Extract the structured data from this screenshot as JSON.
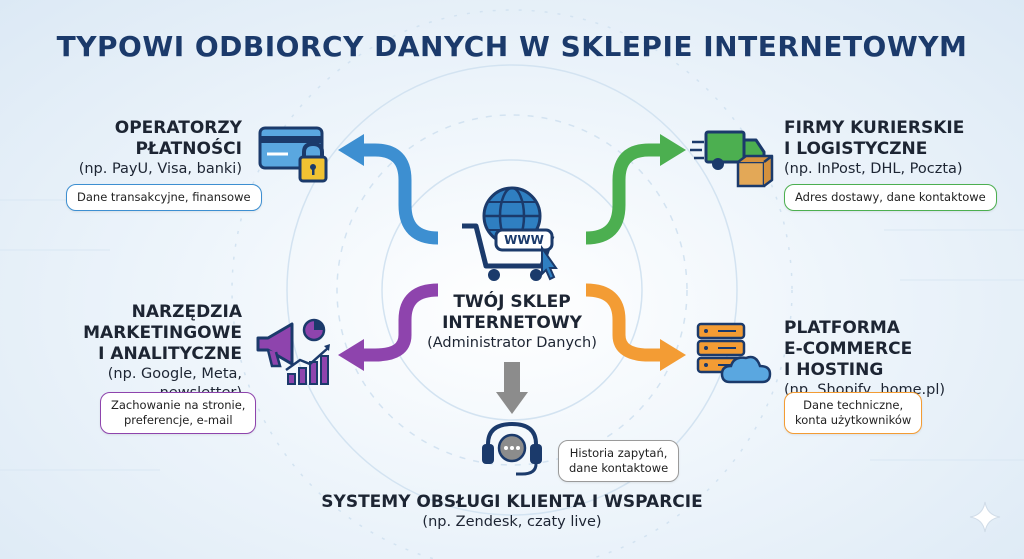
{
  "title": "TYPOWI ODBIORCY DANYCH W SKLEPIE INTERNETOWYM",
  "center": {
    "line1": "TWÓJ SKLEP",
    "line2": "INTERNETOWY",
    "sub": "(Administrator Danych)",
    "icon": "shopping-cart-globe-icon",
    "badge": "WWW"
  },
  "nodes": {
    "payments": {
      "line1": "OPERATORZY",
      "line2": "PŁATNOŚCI",
      "sub": "(np. PayU, Visa, banki)",
      "bubble": "Dane transakcyjne, finansowe",
      "icon": "credit-card-lock-icon",
      "color": "#3d8fd1"
    },
    "couriers": {
      "line1": "FIRMY KURIERSKIE",
      "line2": "I LOGISTYCZNE",
      "sub": "(np. InPost, DHL, Poczta)",
      "bubble": "Adres dostawy, dane kontaktowe",
      "icon": "delivery-truck-icon",
      "color": "#4caf50"
    },
    "marketing": {
      "line1": "NARZĘDZIA",
      "line2": "MARKETINGOWE",
      "line3": "I ANALITYCZNE",
      "sub": "(np. Google, Meta, newsletter)",
      "bubble_line1": "Zachowanie na stronie,",
      "bubble_line2": "preferencje, e-mail",
      "icon": "megaphone-chart-icon",
      "color": "#8e44ad"
    },
    "platform": {
      "line1": "PLATFORMA",
      "line2": "E-COMMERCE",
      "line3": "I HOSTING",
      "sub": "(np. Shopify, home.pl)",
      "bubble_line1": "Dane techniczne,",
      "bubble_line2": "konta użytkowników",
      "icon": "server-cloud-icon",
      "color": "#f39c34"
    },
    "support": {
      "heading": "SYSTEMY OBSŁUGI KLIENTA I WSPARCIE",
      "sub": "(np. Zendesk, czaty live)",
      "bubble_line1": "Historia zapytań,",
      "bubble_line2": "dane kontaktowe",
      "icon": "headset-chat-icon",
      "color": "#888888"
    }
  }
}
